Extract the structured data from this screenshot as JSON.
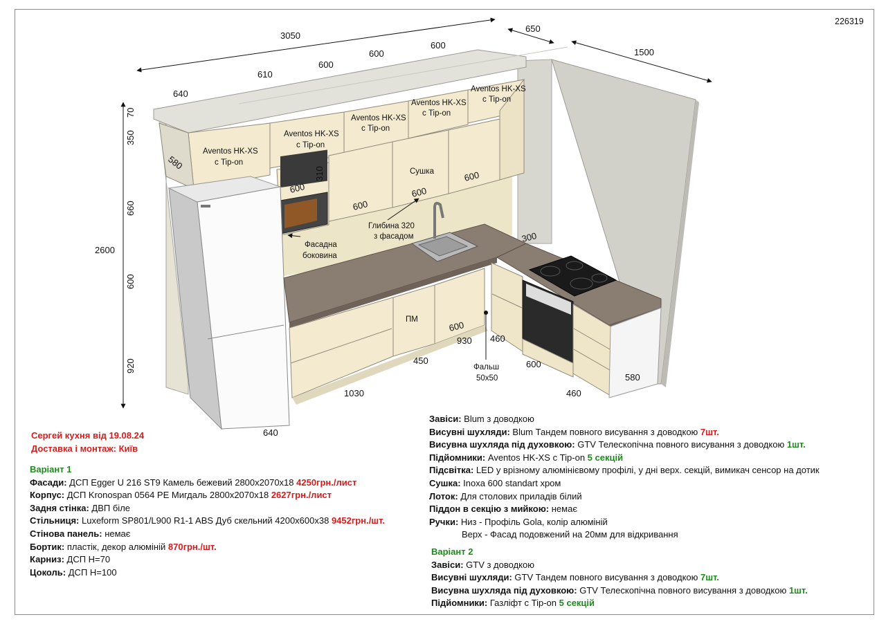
{
  "order_number": "226319",
  "dimensions": {
    "d3050": "3050",
    "d650": "650",
    "d1500": "1500",
    "d640_top": "640",
    "d610": "610",
    "d600_a": "600",
    "d600_b": "600",
    "d600_c": "600",
    "d70": "70",
    "d350": "350",
    "d580_top": "580",
    "d660": "660",
    "d2600": "2600",
    "d600_left": "600",
    "d920": "920",
    "d310": "310",
    "d600_w1": "600",
    "d600_w2": "600",
    "d600_w3": "600",
    "d600_w4": "600",
    "d300": "300",
    "d600_base": "600",
    "d930": "930",
    "d460_a": "460",
    "d450": "450",
    "d1030": "1030",
    "d600_oven": "600",
    "d460_b": "460",
    "d580_bottom": "580",
    "d640_bottom": "640"
  },
  "labels": {
    "aventos1": "Aventos HK-XS",
    "aventos1b": "с Tip-on",
    "aventos2": "Aventos HK-XS",
    "aventos2b": "с Tip-on",
    "aventos3": "Aventos HK-XS",
    "aventos3b": "с Tip-on",
    "aventos4": "Aventos HK-XS",
    "aventos4b": "с Tip-on",
    "aventos5": "Aventos HK-XS",
    "aventos5b": "с Tip-on",
    "dryer": "Сушка",
    "depth1": "Глибина 320",
    "depth2": "з фасадом",
    "side1": "Фасадна",
    "side2": "боковина",
    "dishwasher": "ПМ",
    "fold1": "Фальш",
    "fold2": "50x50"
  },
  "client": {
    "line1": "Сергей кухня від 19.08.24",
    "line2": "Доставка і монтаж: Київ"
  },
  "variant1": {
    "title": "Варіант 1",
    "rows": [
      {
        "k": "Фасади:",
        "v": " ДСП Egger U 216 ST9 Камель бежевий 2800x2070x18 ",
        "hl": "4250грн./лист",
        "c": "red"
      },
      {
        "k": "Корпус:",
        "v": " ДСП Kronospan 0564 PE Мигдаль 2800x2070x18 ",
        "hl": "2627грн./лист",
        "c": "red"
      },
      {
        "k": "Задня стінка:",
        "v": " ДВП біле",
        "hl": "",
        "c": ""
      },
      {
        "k": "Стільниця:",
        "v": " Luxeform SP801/L900 R1-1 ABS Дуб скельний 4200x600x38 ",
        "hl": "9452грн./шт.",
        "c": "red"
      },
      {
        "k": "Стінова панель:",
        "v": " немає",
        "hl": "",
        "c": ""
      },
      {
        "k": "Бортик:",
        "v": " пластік, декор алюміній ",
        "hl": "870грн./шт.",
        "c": "red"
      },
      {
        "k": "Карниз:",
        "v": " ДСП H=70",
        "hl": "",
        "c": ""
      },
      {
        "k": "Цоколь:",
        "v": " ДСП H=100",
        "hl": "",
        "c": ""
      }
    ]
  },
  "specs": {
    "rows": [
      {
        "k": "Завіси:",
        "v": " Blum з доводкою",
        "hl": "",
        "c": ""
      },
      {
        "k": "Висувні шухляди:",
        "v": " Blum Тандем повного висування з доводкою ",
        "hl": "7шт.",
        "c": "red"
      },
      {
        "k": "Висувна шухляда під духовкою:",
        "v": " GTV Телескопічна повного висування з доводкою ",
        "hl": "1шт.",
        "c": "grn"
      },
      {
        "k": "Підйомники:",
        "v": " Aventos HK-XS с Tip-on ",
        "hl": "5 секцій",
        "c": "grn"
      },
      {
        "k": "Підсвітка:",
        "v": " LED у врізному алюмінієвому профілі, у дні верх. секцій, вимикач сенсор на дотик",
        "hl": "",
        "c": ""
      },
      {
        "k": "Сушка:",
        "v": " Inoxa 600 standart хром",
        "hl": "",
        "c": ""
      },
      {
        "k": "Лоток:",
        "v": " Для столових приладів білий",
        "hl": "",
        "c": ""
      },
      {
        "k": "Піддон в секцію з мийкою:",
        "v": " немає",
        "hl": "",
        "c": ""
      },
      {
        "k": "Ручки:",
        "v": " Низ - Профіль Gola, колір алюміній",
        "hl": "",
        "c": ""
      }
    ],
    "handles_upper": "Верх - Фасад подовжений на 20мм для відкривання"
  },
  "variant2": {
    "title": "Варіант 2",
    "rows": [
      {
        "k": "Завіси:",
        "v": " GTV  з доводкою",
        "hl": "",
        "c": ""
      },
      {
        "k": "Висувні шухляди:",
        "v": " GTV  Тандем повного висування з доводкою ",
        "hl": "7шт.",
        "c": "grn"
      },
      {
        "k": "Висувна шухляда під духовкою:",
        "v": " GTV Телескопічна повного висування з доводкою ",
        "hl": "1шт.",
        "c": "grn"
      },
      {
        "k": "Підйомники:",
        "v": " Газліфт с Tip-on ",
        "hl": "5 секцій",
        "c": "grn"
      }
    ]
  },
  "colors": {
    "facade": "#f3e8cc",
    "countertop": "#8a7d72",
    "wall": "#d3d2ca",
    "backsplash": "#ede5c7",
    "red": "#d81b1b",
    "green": "#1e8a1e"
  }
}
